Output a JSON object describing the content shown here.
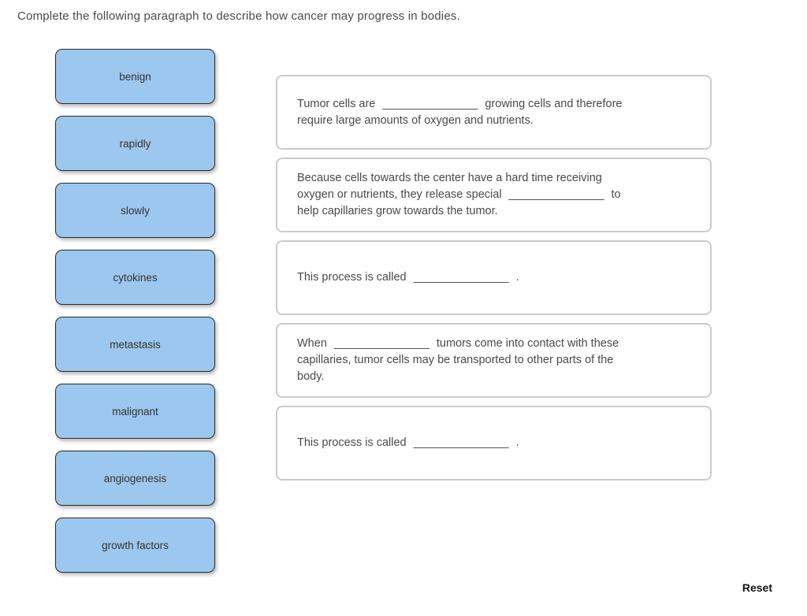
{
  "title": "Complete the following paragraph to describe how cancer may progress in bodies.",
  "word_bank": {
    "tiles": [
      "benign",
      "rapidly",
      "slowly",
      "cytokines",
      "metastasis",
      "malignant",
      "angiogenesis",
      "growth factors"
    ]
  },
  "sentences": [
    {
      "pre": "Tumor cells are",
      "blank": "_______________",
      "post": "growing cells and therefore\nrequire large amounts of oxygen and nutrients."
    },
    {
      "pre": "Because cells towards the center have a hard time receiving\noxygen or nutrients, they release special",
      "blank": "_______________",
      "post": "to\nhelp capillaries grow towards the tumor."
    },
    {
      "pre": "This process is called",
      "blank": "_______________",
      "post": "."
    },
    {
      "pre": "When",
      "blank": "_______________",
      "post": "tumors come into contact with these\ncapillaries, tumor cells may be transported to other parts of the\nbody."
    },
    {
      "pre": "This process is called",
      "blank": "_______________",
      "post": "."
    }
  ],
  "reset_label": "Reset",
  "colors": {
    "tile_fill": "#9cc7ee",
    "tile_border": "#2b2b2b",
    "box_border": "#cbcbcb",
    "text": "#4a4a4a"
  }
}
